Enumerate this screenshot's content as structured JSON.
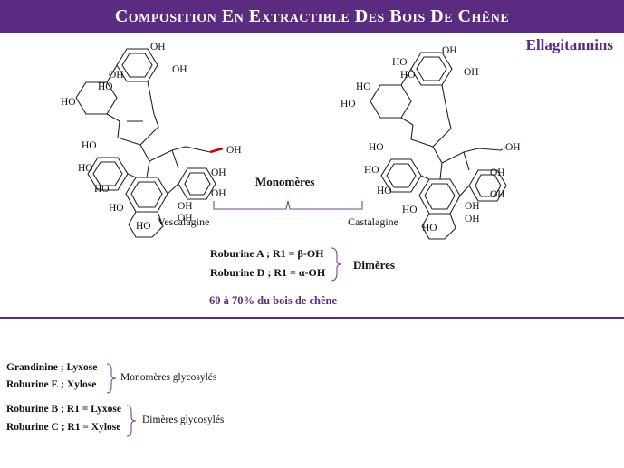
{
  "header": {
    "title": "Composition En Extractible Des Bois De Chêne"
  },
  "subtitle": "Ellagitannins",
  "monomers": {
    "group_label": "Monomères",
    "left_name": "Vescalagine",
    "right_name": "Castalagine"
  },
  "dimers": {
    "items": [
      "Roburine A ; R1 = β-OH",
      "Roburine D ; R1 = α-OH"
    ],
    "group_label": "Dimères"
  },
  "footnote": "60 à 70% du bois de chêne",
  "glycosylated_monomers": {
    "items": [
      "Grandinine ; Lyxose",
      "Roburine E ; Xylose"
    ],
    "group_label": "Monomères glycosylés"
  },
  "glycosylated_dimers": {
    "items": [
      "Roburine B ; R1 = Lyxose",
      "Roburine C ; R1 = Xylose"
    ],
    "group_label": "Dimères glycosylés"
  },
  "atoms": {
    "oh": "OH",
    "ho": "HO"
  },
  "colors": {
    "accent": "#5b2b82",
    "bracket": "#7a3fa0"
  }
}
